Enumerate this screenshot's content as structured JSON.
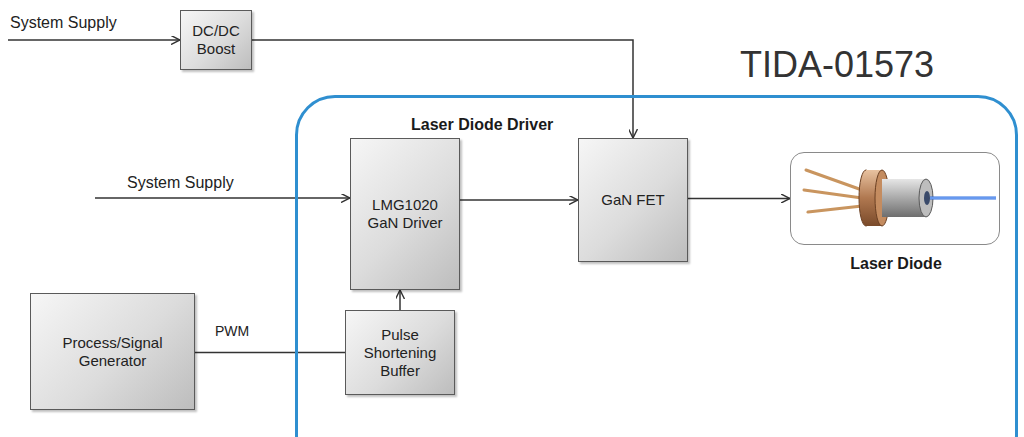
{
  "diagram": {
    "title": "TIDA-01573",
    "nodes": [
      {
        "text": [
          "DC/DC Boost"
        ]
      },
      {
        "text": [
          "Laser Diode Driver"
        ]
      },
      {
        "text": [
          "LMG1020 GaN Driver"
        ],
        "in": 1
      },
      {
        "text": [
          "GaN FET"
        ],
        "in": 1
      },
      {
        "text": [
          "Laser Diode"
        ],
        "in": 1
      },
      {
        "text": [
          "Pulse Shortening Buffer"
        ],
        "in": 1
      },
      {
        "text": [
          "Process/Signal Generator"
        ]
      }
    ],
    "edges": [
      {
        "from": 0,
        "to": 3,
        "arrow": "to"
      },
      {
        "from": 2,
        "to": 3,
        "arrow": "to"
      },
      {
        "from": 3,
        "to": 4,
        "arrow": "to"
      },
      {
        "from": 6,
        "to": 5,
        "label": "PWM",
        "arrow": "none"
      },
      {
        "from": 5,
        "to": 2,
        "arrow": "to"
      }
    ],
    "labels": [
      "System Supply",
      "System Supply"
    ]
  }
}
